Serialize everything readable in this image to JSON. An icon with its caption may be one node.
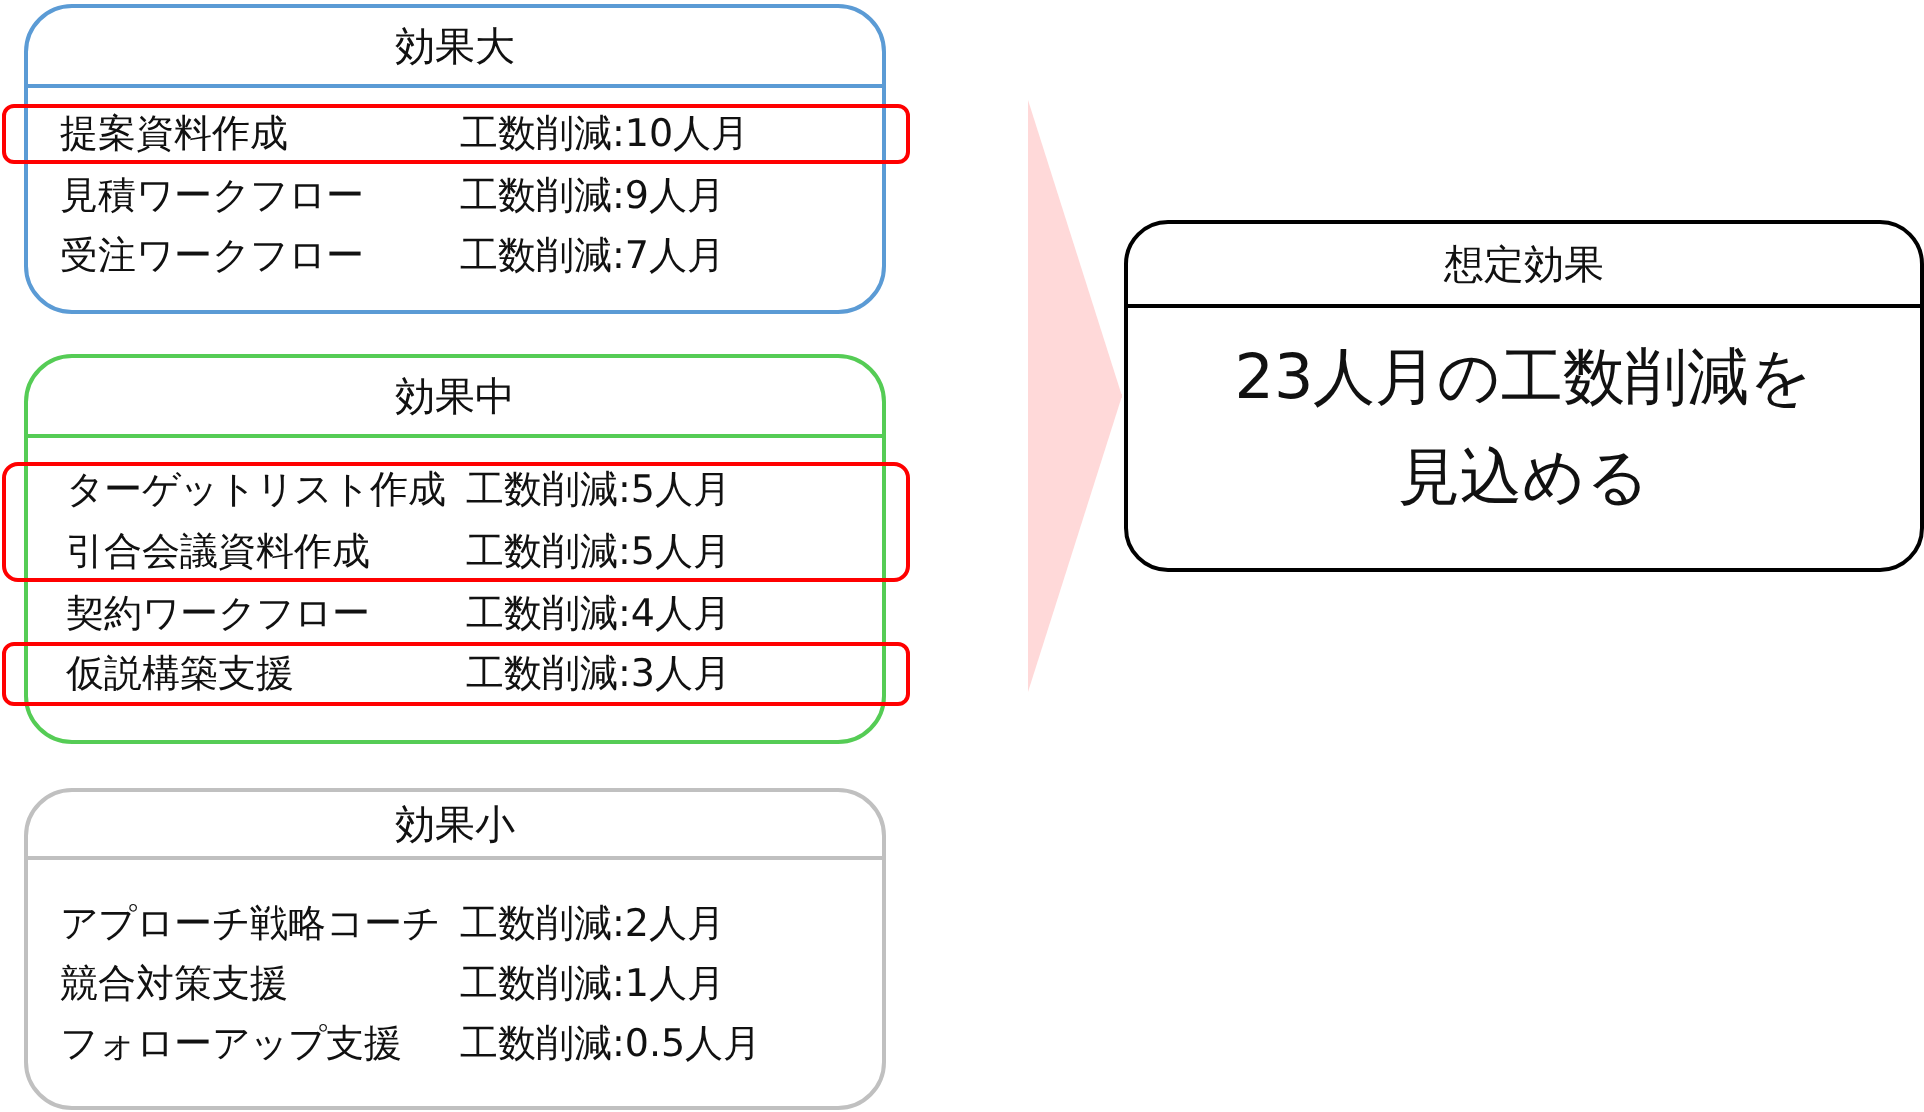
{
  "diagram": {
    "nodes": [
      {
        "text": [
          "効果大",
          "見積ワークフロー",
          "工数削減:9人月",
          "受注ワークフロー",
          "工数削減:7人月"
        ]
      },
      {
        "text": [
          "提案資料作成",
          "工数削減:10人月"
        ],
        "in": 0
      },
      {
        "text": [
          "効果中",
          "契約ワークフロー",
          "工数削減:4人月"
        ]
      },
      {
        "text": [
          "ターゲットリスト作成",
          "工数削減:5人月",
          "引合会議資料作成",
          "工数削減:5人月"
        ],
        "in": 2
      },
      {
        "text": [
          "仮説構築支援",
          "工数削減:3人月"
        ],
        "in": 2
      },
      {
        "text": [
          "効果小",
          "アプローチ戦略コーチ",
          "工数削減:2人月",
          "競合対策支援",
          "工数削減:1人月",
          "フォローアップ支援",
          "工数削減:0.5人月"
        ]
      },
      {
        "text": [
          "想定効果",
          "23人月の工数削減を見込める"
        ]
      }
    ],
    "edges": [
      {
        "from": null,
        "to": 6,
        "arrow": "to"
      }
    ]
  }
}
